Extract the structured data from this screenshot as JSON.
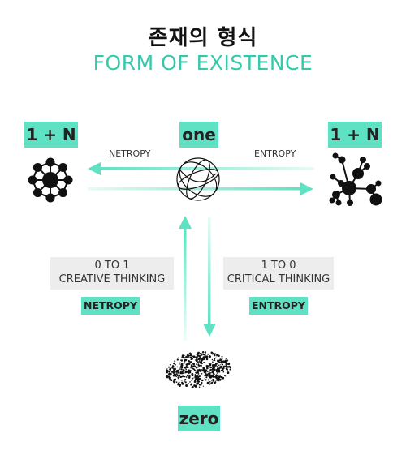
{
  "title": {
    "korean": "존재의 형식",
    "english": "FORM OF EXISTENCE"
  },
  "nodes": {
    "one": "one",
    "zero": "zero",
    "left": "1 + N",
    "right": "1 + N"
  },
  "flow_labels": {
    "left": "NETROPY",
    "right": "ENTROPY"
  },
  "branches": {
    "left": {
      "line1": "0 TO 1",
      "line2": "CREATIVE THINKING",
      "tag": "NETROPY"
    },
    "right": {
      "line1": "1 TO 0",
      "line2": "CRITICAL THINKING",
      "tag": "ENTROPY"
    }
  },
  "colors": {
    "accent": "#5fe1c3",
    "accent_text": "#35c9ac",
    "grey_box": "#ededed",
    "ink": "#111111"
  },
  "icons": [
    "ordered-network-icon",
    "globe-sphere-icon",
    "random-network-icon",
    "scattered-dots-icon"
  ]
}
